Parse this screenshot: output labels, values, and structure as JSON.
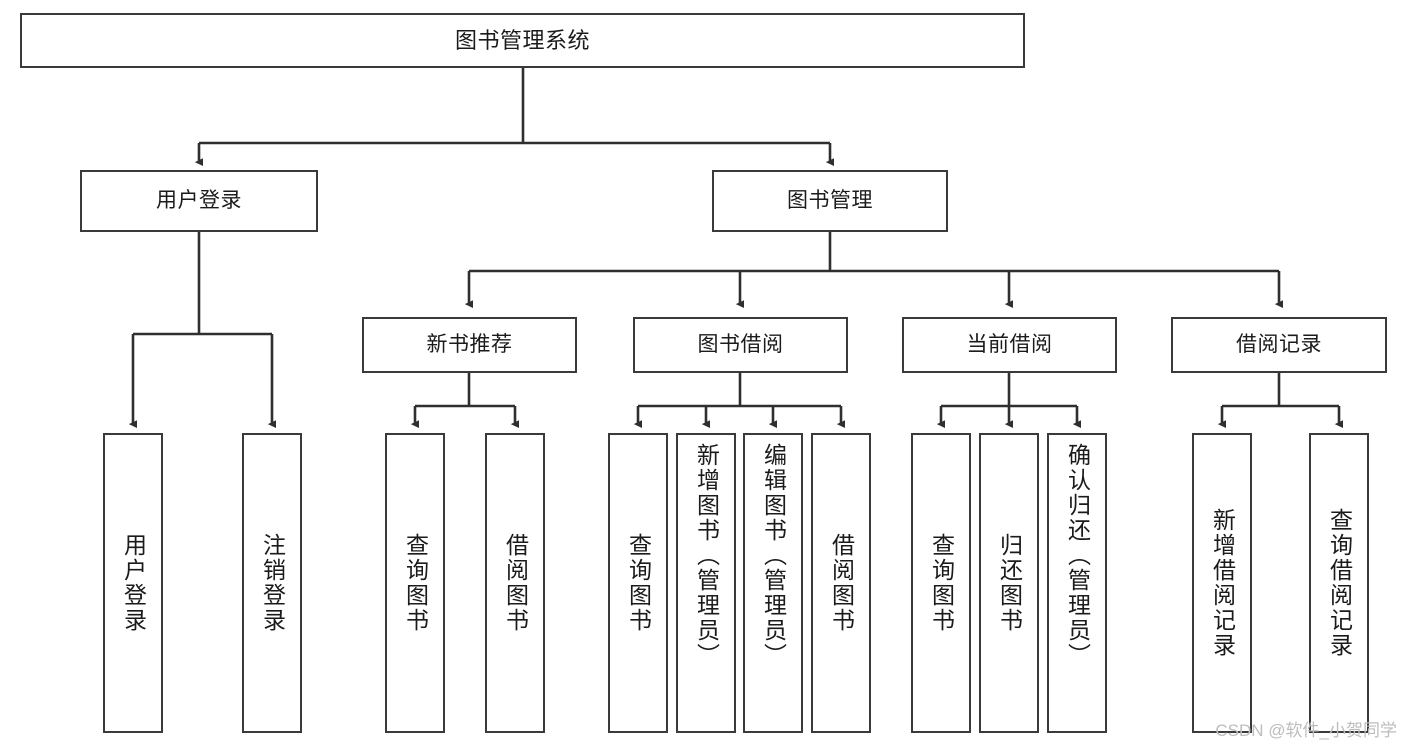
{
  "diagram": {
    "title": "图书管理系统",
    "type": "hierarchy-tree",
    "watermark": "CSDN @软件_小贺同学",
    "colors": {
      "box_border": "#3a3a3a",
      "box_fill": "#ffffff",
      "connector": "#2f2f2f",
      "text": "#1b1b1b",
      "watermark": "#bdbdbd"
    },
    "root": {
      "label": "图书管理系统"
    },
    "level2": [
      {
        "label": "用户登录"
      },
      {
        "label": "图书管理"
      }
    ],
    "level3": [
      {
        "label": "新书推荐"
      },
      {
        "label": "图书借阅"
      },
      {
        "label": "当前借阅"
      },
      {
        "label": "借阅记录"
      }
    ],
    "leaves": {
      "user_login": [
        {
          "label": "用户登录"
        },
        {
          "label": "注销登录"
        }
      ],
      "new_book_recommend": [
        {
          "label": "查询图书"
        },
        {
          "label": "借阅图书"
        }
      ],
      "book_borrow": [
        {
          "label": "查询图书"
        },
        {
          "label": "新增图书（管理员）"
        },
        {
          "label": "编辑图书（管理员）"
        },
        {
          "label": "借阅图书"
        }
      ],
      "current_borrow": [
        {
          "label": "查询图书"
        },
        {
          "label": "归还图书"
        },
        {
          "label": "确认归还（管理员）"
        }
      ],
      "borrow_record": [
        {
          "label": "新增借阅记录"
        },
        {
          "label": "查询借阅记录"
        }
      ]
    }
  }
}
